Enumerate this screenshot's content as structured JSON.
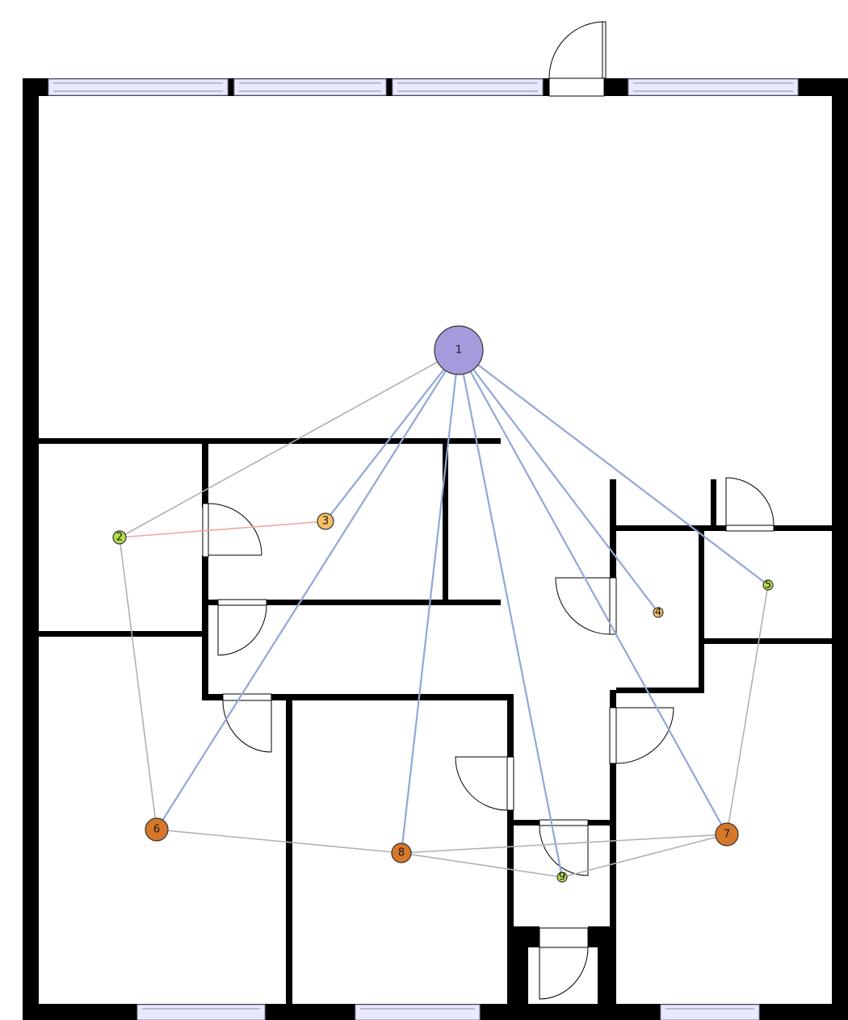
{
  "graph": {
    "nodes": [
      {
        "id": "1",
        "label": "1",
        "color": "#a59bdc"
      },
      {
        "id": "2",
        "label": "2",
        "color": "#b7db4a"
      },
      {
        "id": "3",
        "label": "3",
        "color": "#f6be63"
      },
      {
        "id": "4",
        "label": "4",
        "color": "#f6be63"
      },
      {
        "id": "5",
        "label": "5",
        "color": "#b7db4a"
      },
      {
        "id": "6",
        "label": "6",
        "color": "#d5782a"
      },
      {
        "id": "7",
        "label": "7",
        "color": "#d5782a"
      },
      {
        "id": "8",
        "label": "8",
        "color": "#d5782a"
      },
      {
        "id": "9",
        "label": "9",
        "color": "#b7db4a"
      }
    ],
    "edges": [
      {
        "from": "1",
        "to": "2",
        "color": "#b0b0b0"
      },
      {
        "from": "1",
        "to": "3",
        "color": "#8fa8d8"
      },
      {
        "from": "1",
        "to": "4",
        "color": "#8fa8d8"
      },
      {
        "from": "1",
        "to": "5",
        "color": "#8fa8d8"
      },
      {
        "from": "1",
        "to": "6",
        "color": "#8fa8d8"
      },
      {
        "from": "1",
        "to": "7",
        "color": "#8fa8d8"
      },
      {
        "from": "1",
        "to": "8",
        "color": "#8fa8d8"
      },
      {
        "from": "1",
        "to": "9",
        "color": "#8fa8d8"
      },
      {
        "from": "2",
        "to": "3",
        "color": "#f0a8a8"
      },
      {
        "from": "2",
        "to": "6",
        "color": "#b0b0b0"
      },
      {
        "from": "5",
        "to": "7",
        "color": "#b0b0b0"
      },
      {
        "from": "6",
        "to": "8",
        "color": "#b0b0b0"
      },
      {
        "from": "8",
        "to": "7",
        "color": "#b0b0b0"
      },
      {
        "from": "8",
        "to": "9",
        "color": "#b0b0b0"
      },
      {
        "from": "9",
        "to": "7",
        "color": "#b0b0b0"
      }
    ]
  },
  "colors": {
    "wall": "#000000",
    "window": "#e8e8ff",
    "background": "#ffffff"
  }
}
